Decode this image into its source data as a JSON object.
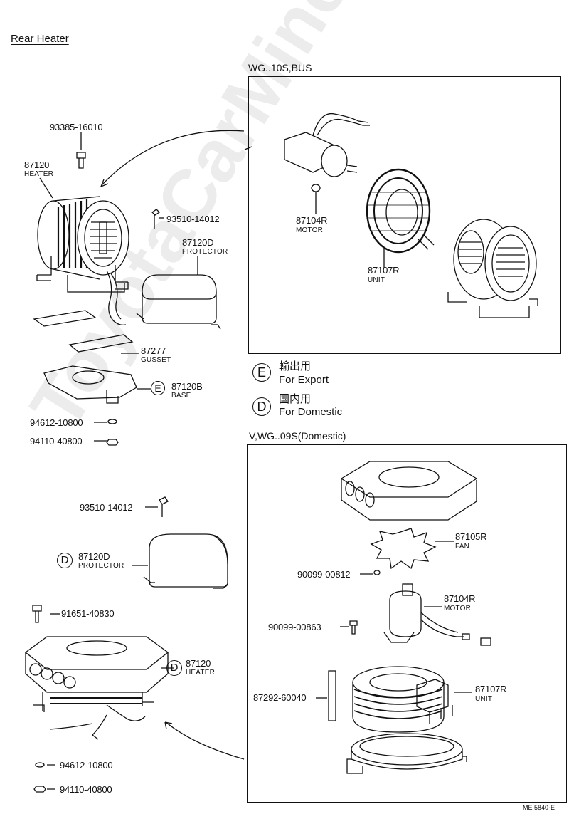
{
  "title": "Rear Heater",
  "sections": {
    "top_header": "WG..10S,BUS",
    "bottom_header": "V,WG..09S(Domestic)"
  },
  "legend": [
    {
      "symbol": "E",
      "jp": "輸出用",
      "en": "For Export"
    },
    {
      "symbol": "D",
      "jp": "国内用",
      "en": "For Domestic"
    }
  ],
  "parts_left_top": [
    {
      "pn": "93385-16010"
    },
    {
      "pn": "87120",
      "name": "HEATER"
    },
    {
      "pn": "93510-14012"
    },
    {
      "pn": "87120D",
      "name": "PROTECTOR"
    },
    {
      "pn": "87277",
      "name": "GUSSET"
    },
    {
      "pn": "87120B",
      "name": "BASE",
      "mark": "E"
    },
    {
      "pn": "94612-10800"
    },
    {
      "pn": "94110-40800"
    }
  ],
  "parts_box_top": [
    {
      "pn": "87104R",
      "name": "MOTOR"
    },
    {
      "pn": "87107R",
      "name": "UNIT"
    }
  ],
  "parts_left_bottom": [
    {
      "pn": "93510-14012"
    },
    {
      "pn": "87120D",
      "name": "PROTECTOR",
      "mark": "D"
    },
    {
      "pn": "91651-40830"
    },
    {
      "pn": "87120",
      "name": "HEATER",
      "mark": "D"
    },
    {
      "pn": "94612-10800"
    },
    {
      "pn": "94110-40800"
    }
  ],
  "parts_box_bottom": [
    {
      "pn": "87105R",
      "name": "FAN"
    },
    {
      "pn": "90099-00812"
    },
    {
      "pn": "87104R",
      "name": "MOTOR"
    },
    {
      "pn": "90099-00863"
    },
    {
      "pn": "87292-60040"
    },
    {
      "pn": "87107R",
      "name": "UNIT"
    }
  ],
  "watermark": "ToyotaCarMine.ru",
  "footer_code": "ME 5840-E"
}
